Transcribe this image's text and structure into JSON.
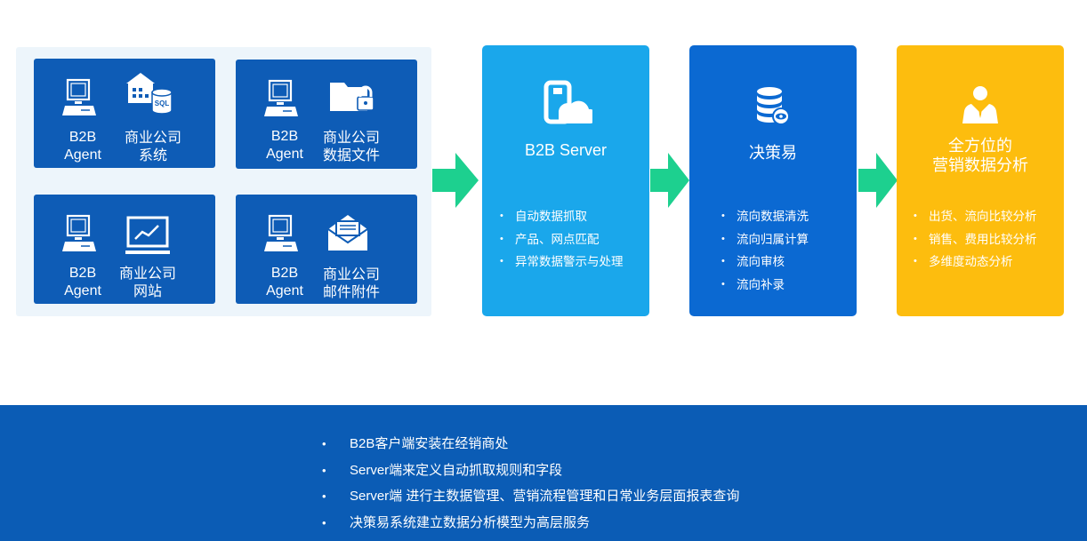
{
  "sources": {
    "cards": [
      {
        "agent": "B2B\nAgent",
        "name": "商业公司\n系统",
        "icon": "database-warehouse-sql-icon"
      },
      {
        "agent": "B2B\nAgent",
        "name": "商业公司\n数据文件",
        "icon": "locked-folder-icon"
      },
      {
        "agent": "B2B\nAgent",
        "name": "商业公司\n网站",
        "icon": "web-chart-monitor-icon"
      },
      {
        "agent": "B2B\nAgent",
        "name": "商业公司\n邮件附件",
        "icon": "email-icon"
      }
    ]
  },
  "server": {
    "title": "B2B Server",
    "color": "#1aa7eb",
    "icon": "phone-cloud-icon",
    "items": [
      "自动数据抓取",
      "产品、网点匹配",
      "异常数据警示与处理"
    ]
  },
  "decision": {
    "title": "决策易",
    "color": "#0b69d2",
    "icon": "database-eye-icon",
    "items": [
      "流向数据清洗",
      "流向归属计算",
      "流向审核",
      "流向补录"
    ]
  },
  "analysis": {
    "title": "全方位的\n营销数据分析",
    "color": "#fdbd0e",
    "icon": "business-person-icon",
    "items": [
      "出货、流向比较分析",
      "销售、费用比较分析",
      "多维度动态分析"
    ]
  },
  "arrow_color": "#1dd08f",
  "band": {
    "color": "#0b5cb5",
    "items": [
      "B2B客户端安装在经销商处",
      "Server端来定义自动抓取规则和字段",
      "Server端 进行主数据管理、营销流程管理和日常业务层面报表查询",
      "决策易系统建立数据分析模型为高层服务"
    ]
  }
}
